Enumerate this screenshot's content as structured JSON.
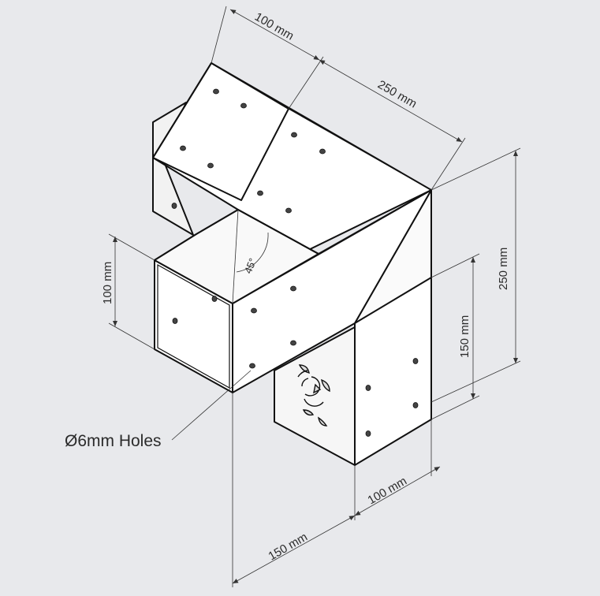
{
  "drawing": {
    "colors": {
      "background": "#e8e9ec",
      "face_light": "#f4f4f4",
      "face_mid": "#ffffff",
      "line": "#111111"
    },
    "dimensions": {
      "top_width": "100 mm",
      "top_length": "250 mm",
      "height_total": "250 mm",
      "height_lower": "150 mm",
      "end_height": "100 mm",
      "bottom_width": "100 mm",
      "bottom_length": "150 mm",
      "angle": "45°"
    },
    "notes": {
      "holes": "Ø6mm Holes"
    }
  }
}
